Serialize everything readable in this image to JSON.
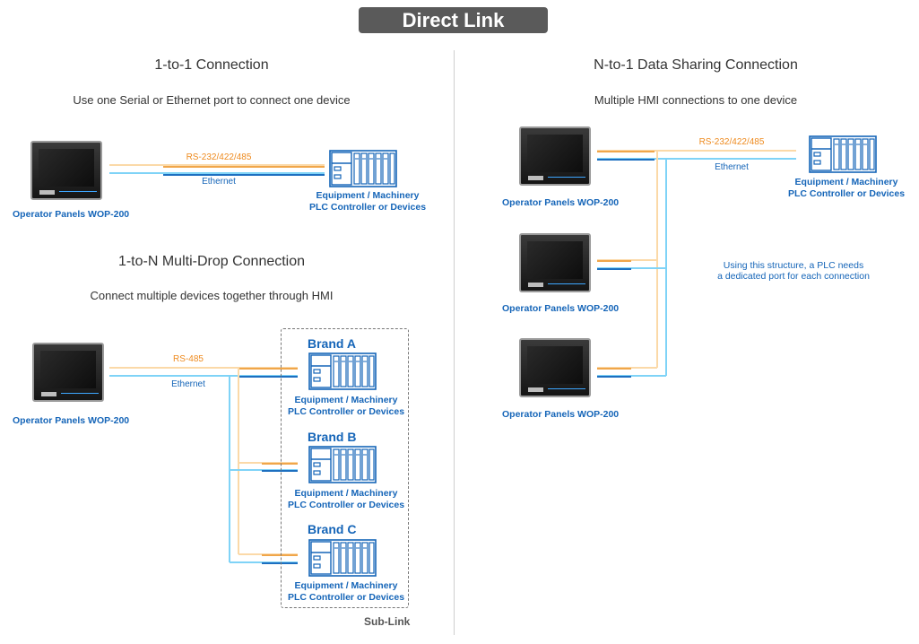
{
  "header": {
    "title": "Direct Link"
  },
  "one_to_one": {
    "title": "1-to-1 Connection",
    "subtitle": "Use one Serial or Ethernet port to connect one device",
    "serial_label": "RS-232/422/485",
    "ethernet_label": "Ethernet",
    "panel_label": "Operator Panels WOP-200",
    "device_label_1": "Equipment / Machinery",
    "device_label_2": "PLC Controller or Devices"
  },
  "multi_drop": {
    "title": "1-to-N Multi-Drop Connection",
    "subtitle": "Connect multiple devices together through HMI",
    "serial_label": "RS-485",
    "ethernet_label": "Ethernet",
    "panel_label": "Operator Panels WOP-200",
    "sublink_label": "Sub-Link",
    "brands": [
      {
        "name": "Brand A",
        "device_label_1": "Equipment / Machinery",
        "device_label_2": "PLC Controller or Devices"
      },
      {
        "name": "Brand B",
        "device_label_1": "Equipment / Machinery",
        "device_label_2": "PLC Controller or Devices"
      },
      {
        "name": "Brand C",
        "device_label_1": "Equipment / Machinery",
        "device_label_2": "PLC Controller or Devices"
      }
    ]
  },
  "n_to_one": {
    "title": "N-to-1 Data Sharing Connection",
    "subtitle": "Multiple HMI connections to one device",
    "serial_label": "RS-232/422/485",
    "ethernet_label": "Ethernet",
    "panels": [
      {
        "label": "Operator Panels WOP-200"
      },
      {
        "label": "Operator Panels WOP-200"
      },
      {
        "label": "Operator Panels WOP-200"
      }
    ],
    "device_label_1": "Equipment / Machinery",
    "device_label_2": "PLC Controller or Devices",
    "note_line_1": "Using this structure, a PLC needs",
    "note_line_2": "a dedicated port for each connection"
  },
  "colors": {
    "serial_orange": "#f0a64a",
    "serial_light": "#fbd9a8",
    "ethernet_blue": "#1d6fc0",
    "ethernet_light": "#7fd3f7",
    "device_blue": "#1565b8",
    "label_blue": "#1565b8",
    "label_orange": "#ee8a1e"
  },
  "icons": {
    "panel": "hmi-panel-icon",
    "device": "plc-rack-icon"
  }
}
